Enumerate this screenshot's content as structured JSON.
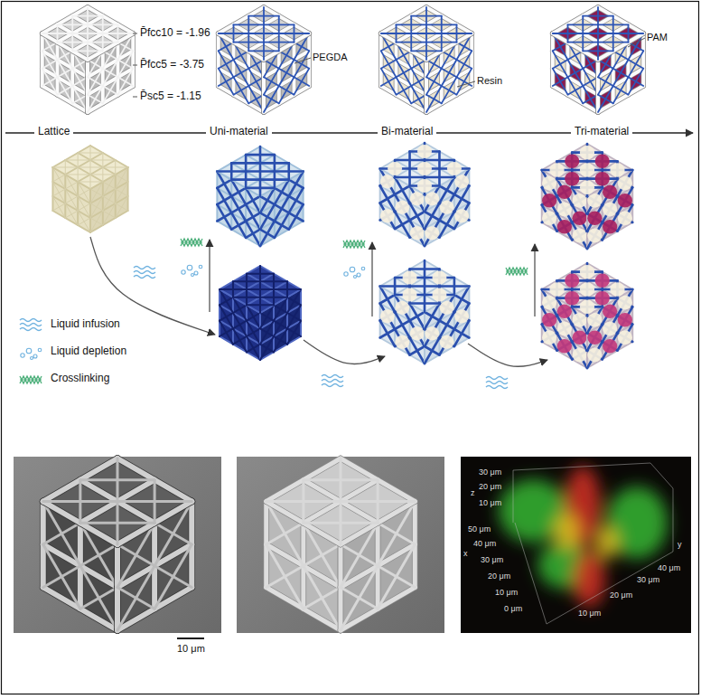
{
  "diagram": {
    "labels": [
      "P̄fcc10 = -1.96",
      "P̄fcc5 = -3.75",
      "P̄sc5 = -1.15",
      "PEGDA",
      "Resin",
      "PAM",
      "Lattice",
      "Uni-material",
      "Bi-material",
      "Tri-material",
      "10 μm",
      "30 μm",
      "20 μm",
      "z",
      "10 μm",
      "50 μm",
      "40 μm",
      "x",
      "30 μm",
      "20 μm",
      "10 μm",
      "0 μm",
      "10 μm",
      "20 μm",
      "30 μm",
      "40 μm",
      "y"
    ],
    "legend": [
      {
        "text": "Liquid infusion"
      },
      {
        "text": "Liquid depletion"
      },
      {
        "text": "Crosslinking"
      }
    ]
  }
}
